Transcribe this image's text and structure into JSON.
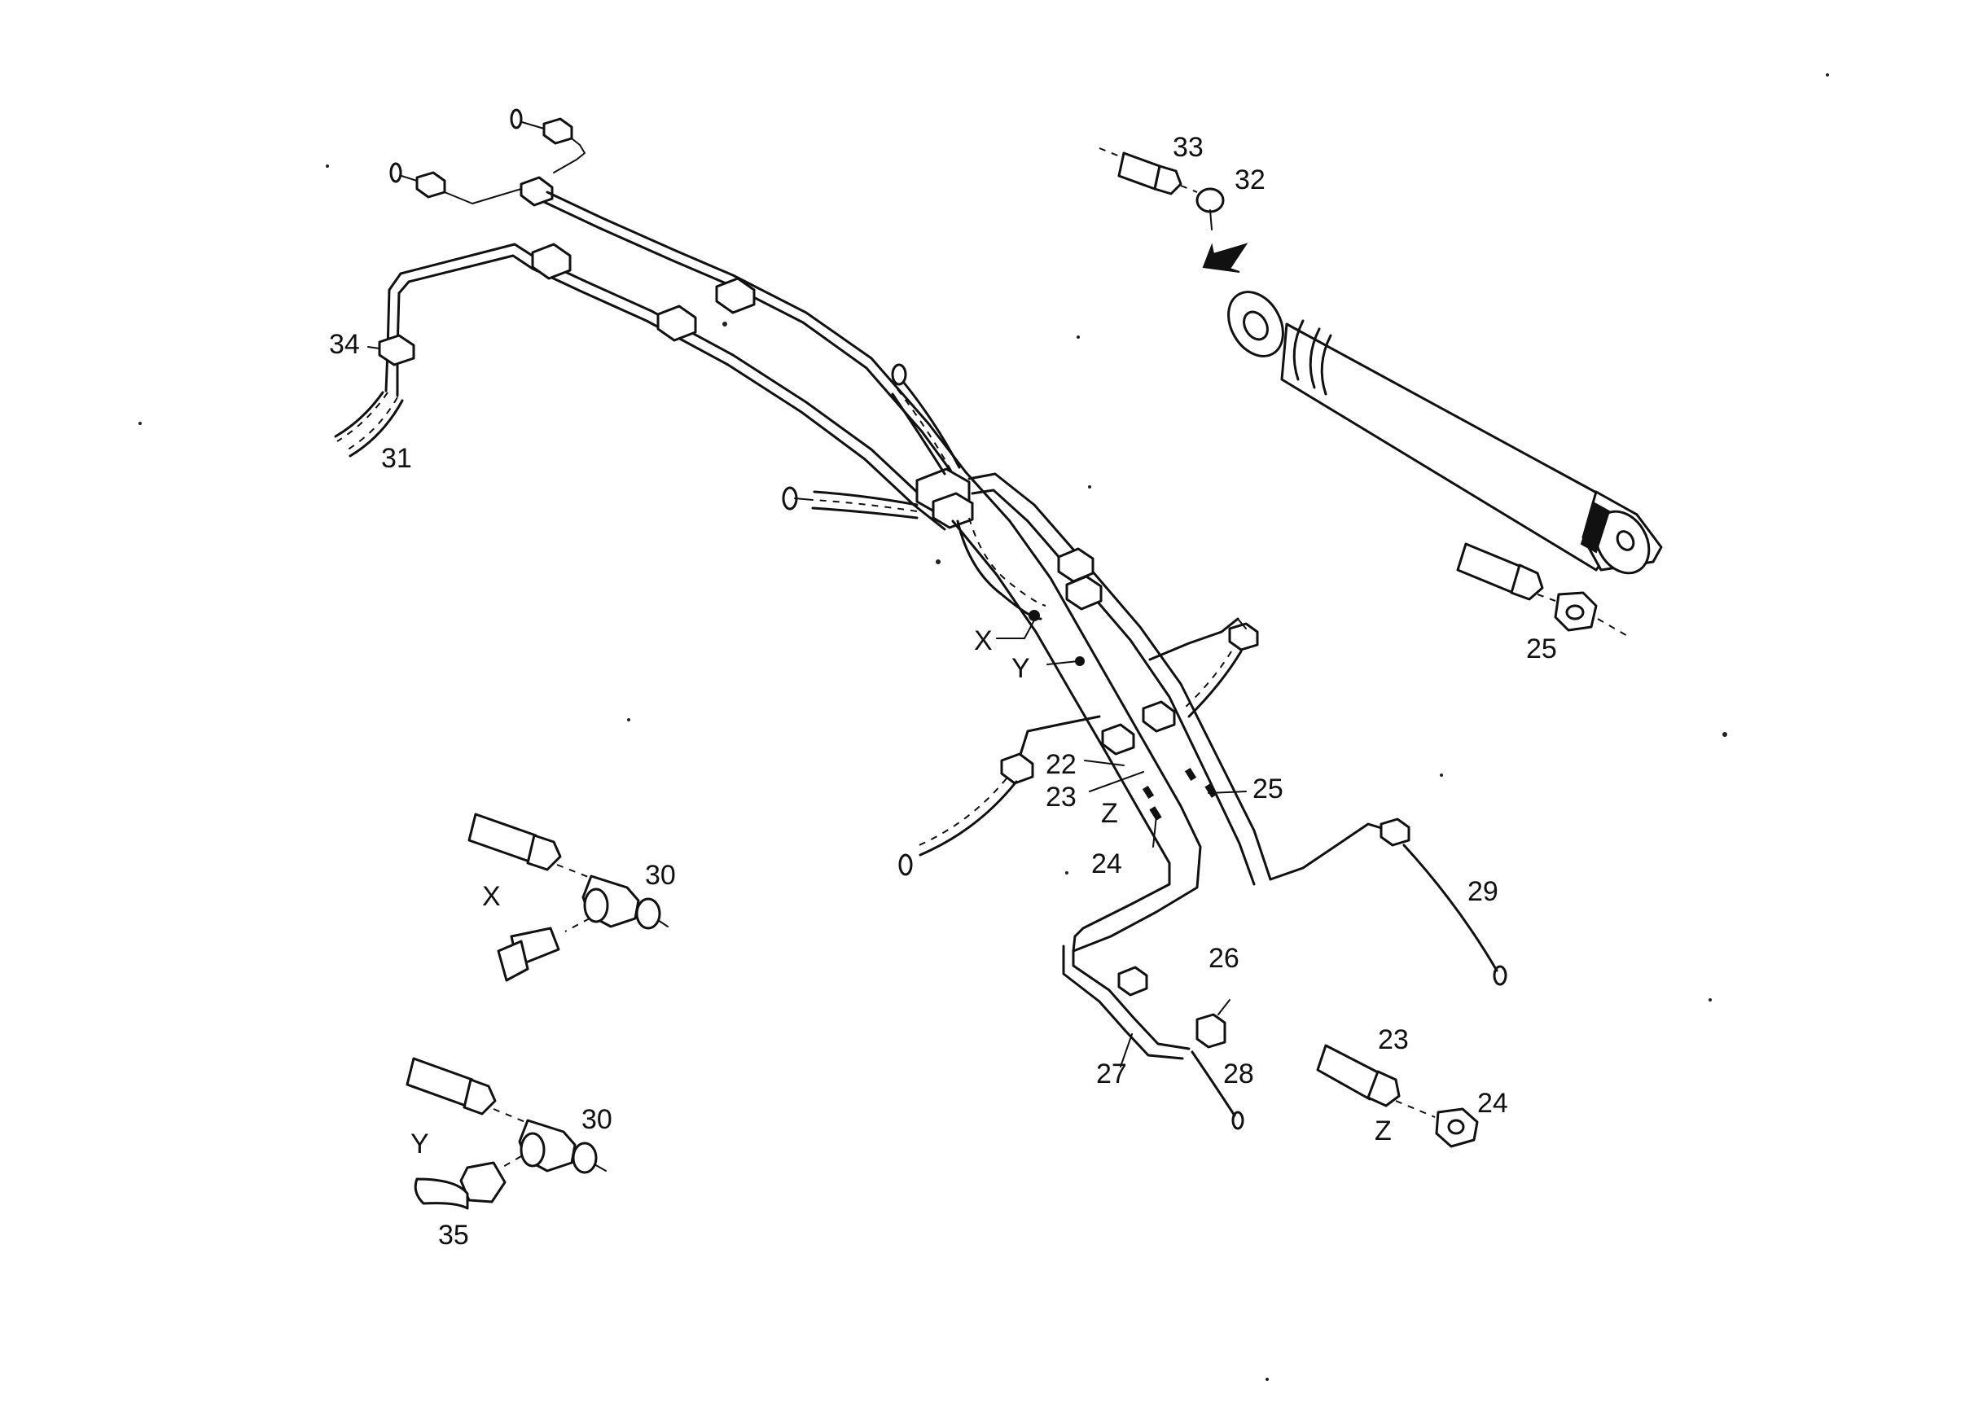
{
  "callouts": [
    {
      "id": "c33",
      "text": "33"
    },
    {
      "id": "c32",
      "text": "32"
    },
    {
      "id": "c34",
      "text": "34"
    },
    {
      "id": "c31",
      "text": "31"
    },
    {
      "id": "c25a",
      "text": "25"
    },
    {
      "id": "cXmain",
      "text": "X"
    },
    {
      "id": "cYmain",
      "text": "Y"
    },
    {
      "id": "c22",
      "text": "22"
    },
    {
      "id": "c23a",
      "text": "23"
    },
    {
      "id": "cZmain",
      "text": "Z"
    },
    {
      "id": "c25b",
      "text": "25"
    },
    {
      "id": "c24a",
      "text": "24"
    },
    {
      "id": "c29",
      "text": "29"
    },
    {
      "id": "c30a",
      "text": "30"
    },
    {
      "id": "cXdetail",
      "text": "X"
    },
    {
      "id": "c26",
      "text": "26"
    },
    {
      "id": "c27",
      "text": "27"
    },
    {
      "id": "c28",
      "text": "28"
    },
    {
      "id": "c23b",
      "text": "23"
    },
    {
      "id": "c24b",
      "text": "24"
    },
    {
      "id": "cZdetail",
      "text": "Z"
    },
    {
      "id": "c30b",
      "text": "30"
    },
    {
      "id": "cYdetail",
      "text": "Y"
    },
    {
      "id": "c35",
      "text": "35"
    }
  ]
}
